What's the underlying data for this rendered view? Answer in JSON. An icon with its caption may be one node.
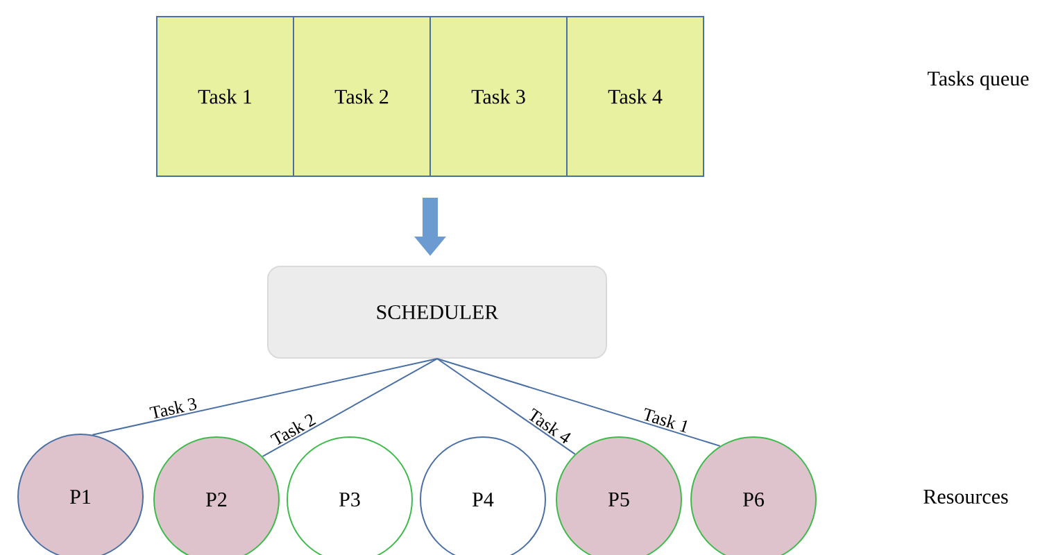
{
  "diagram": {
    "nodes": [
      {
        "text": [],
        "shape": "box"
      },
      {
        "text": [
          "Task 1"
        ],
        "in": 0
      },
      {
        "text": [
          "Task 2"
        ],
        "in": 0
      },
      {
        "text": [
          "Task 3"
        ],
        "in": 0
      },
      {
        "text": [
          "Task 4"
        ],
        "in": 0
      },
      {
        "text": [
          "SCHEDULER"
        ]
      },
      {
        "text": [
          "P1"
        ]
      },
      {
        "text": [
          "P2"
        ]
      },
      {
        "text": [
          "P3"
        ]
      },
      {
        "text": [
          "P4"
        ]
      },
      {
        "text": [
          "P5"
        ]
      },
      {
        "text": [
          "P6"
        ]
      }
    ],
    "edges": [
      {
        "from": 0,
        "to": 5,
        "arrow": "to",
        "style": "thick",
        "color": "#6c9bd2"
      },
      {
        "from": 5,
        "to": 6,
        "arrow": "none",
        "label": "Task 3"
      },
      {
        "from": 5,
        "to": 7,
        "arrow": "none",
        "label": "Task 2"
      },
      {
        "from": 5,
        "to": 10,
        "arrow": "none",
        "label": "Task 4"
      },
      {
        "from": 5,
        "to": 11,
        "arrow": "none",
        "label": "Task 1"
      }
    ],
    "labels": [
      "Tasks queue",
      "Resources"
    ]
  }
}
